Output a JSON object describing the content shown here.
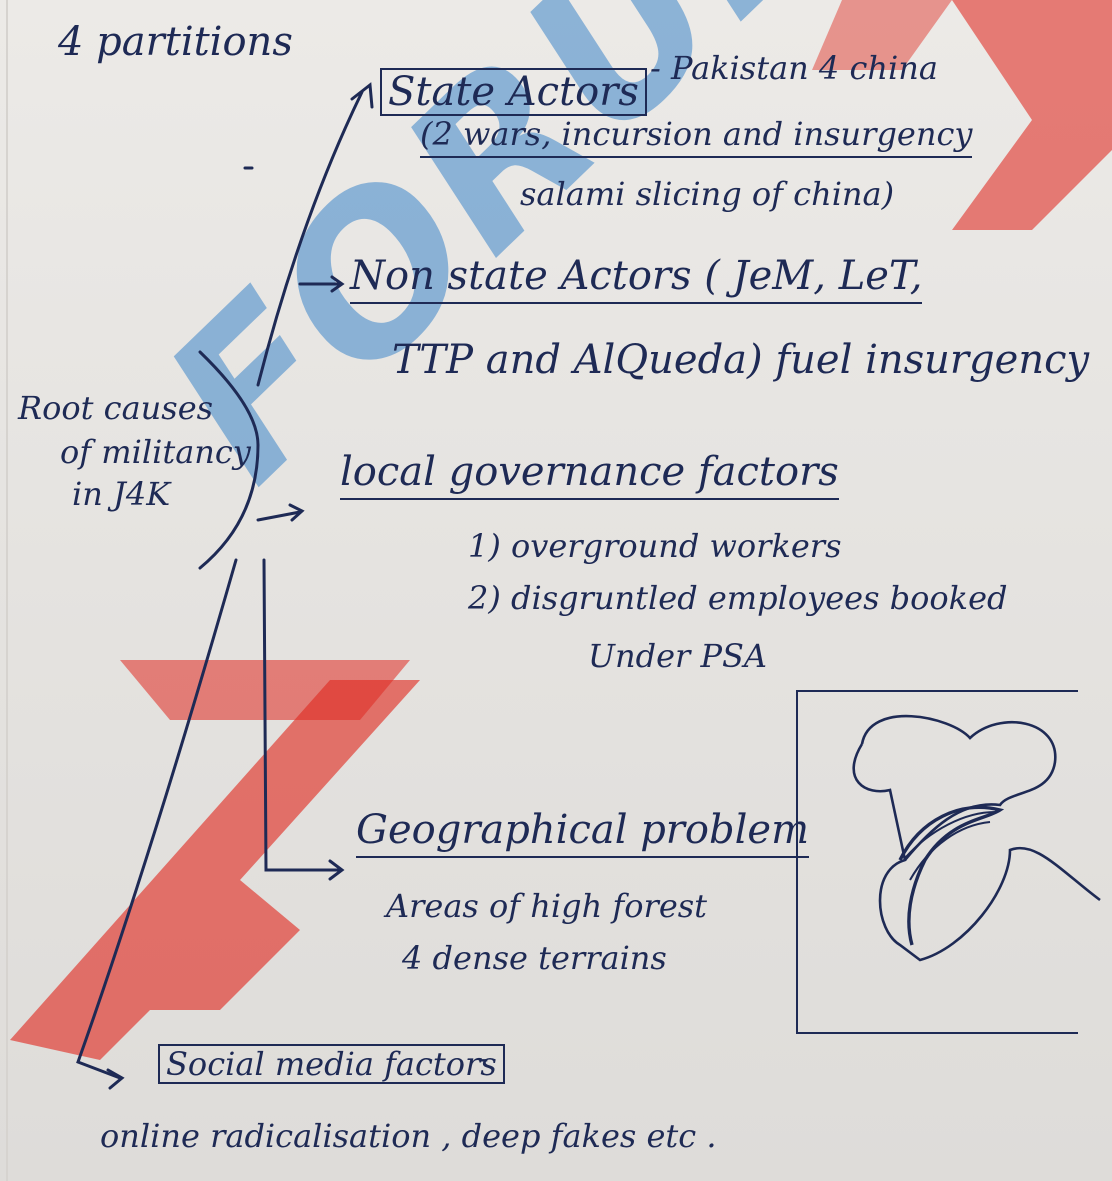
{
  "notes": {
    "top_text": "4 partitions",
    "state_actors": {
      "heading": "State Actors",
      "line1": "- Pakistan 4 china",
      "line2": "(2 wars, incursion and insurgency",
      "line3": "salami slicing of china)"
    },
    "non_state_actors": {
      "line1": "Non state Actors ( JeM, LeT,",
      "line2": "TTP and AlQueda) fuel insurgency"
    },
    "root": {
      "line1": "Root causes",
      "line2": "of militancy",
      "line3": "in J4K"
    },
    "local_governance": {
      "heading": "local governance factors",
      "item1": "1) overground workers",
      "item2": "2) disgruntled employees booked",
      "item3": "Under PSA"
    },
    "geographical": {
      "heading": "Geographical problem",
      "line1": "Areas of high forest",
      "line2": "4 dense terrains"
    },
    "social_media": {
      "heading": "Social media factors",
      "suffix": "-",
      "line1": "online radicalisation , deep fakes etc ."
    }
  },
  "watermark": {
    "text": "FORUM",
    "brand_red": "#e02a20",
    "brand_blue": "#3480c8"
  },
  "ink_color": "#1e2a55"
}
